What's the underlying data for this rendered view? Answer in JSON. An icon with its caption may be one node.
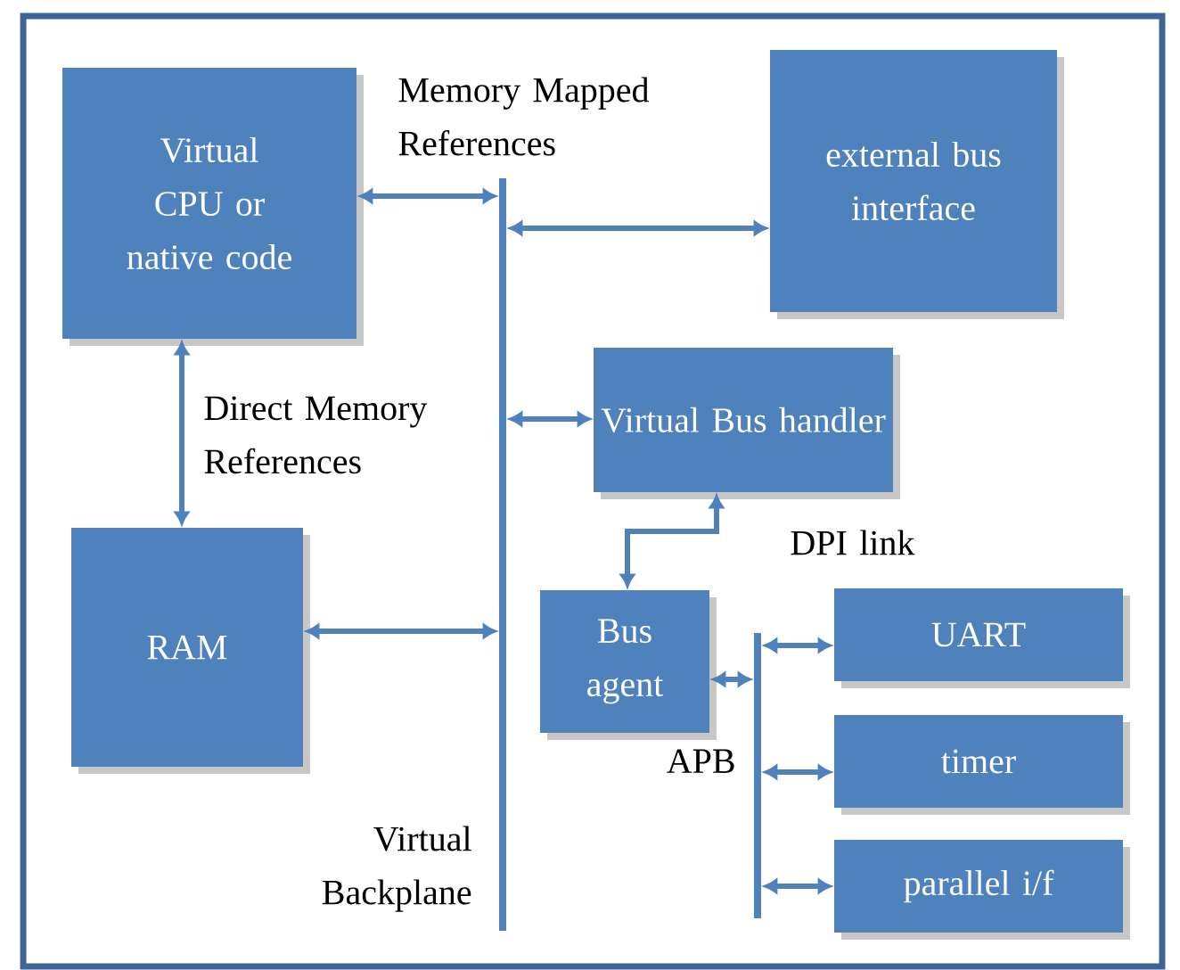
{
  "diagram": {
    "nodes": [
      {
        "text": [
          "Virtual CPU or native code"
        ]
      },
      {
        "text": [
          "external bus interface"
        ]
      },
      {
        "text": [
          "Virtual Bus handler"
        ]
      },
      {
        "text": [
          "RAM"
        ]
      },
      {
        "text": [
          "Bus agent"
        ]
      },
      {
        "text": [
          "UART"
        ]
      },
      {
        "text": [
          "timer"
        ]
      },
      {
        "text": [
          "parallel i/f"
        ]
      },
      {
        "text": [],
        "shape": "bar",
        "beside": [
          "Virtual Backplane"
        ]
      },
      {
        "text": [],
        "shape": "bar",
        "beside": [
          "APB"
        ]
      }
    ],
    "edges": [
      {
        "from": 0,
        "to": 8,
        "arrow": "both",
        "label": "Memory Mapped References"
      },
      {
        "from": 8,
        "to": 1,
        "arrow": "both"
      },
      {
        "from": 8,
        "to": 2,
        "arrow": "both"
      },
      {
        "from": 0,
        "to": 3,
        "arrow": "both",
        "label": "Direct Memory References"
      },
      {
        "from": 3,
        "to": 8,
        "arrow": "both"
      },
      {
        "from": 2,
        "to": 4,
        "arrow": "both",
        "label": "DPI link"
      },
      {
        "from": 4,
        "to": 9,
        "arrow": "both"
      },
      {
        "from": 9,
        "to": 5,
        "arrow": "both"
      },
      {
        "from": 9,
        "to": 6,
        "arrow": "both"
      },
      {
        "from": 9,
        "to": 7,
        "arrow": "both"
      }
    ]
  }
}
